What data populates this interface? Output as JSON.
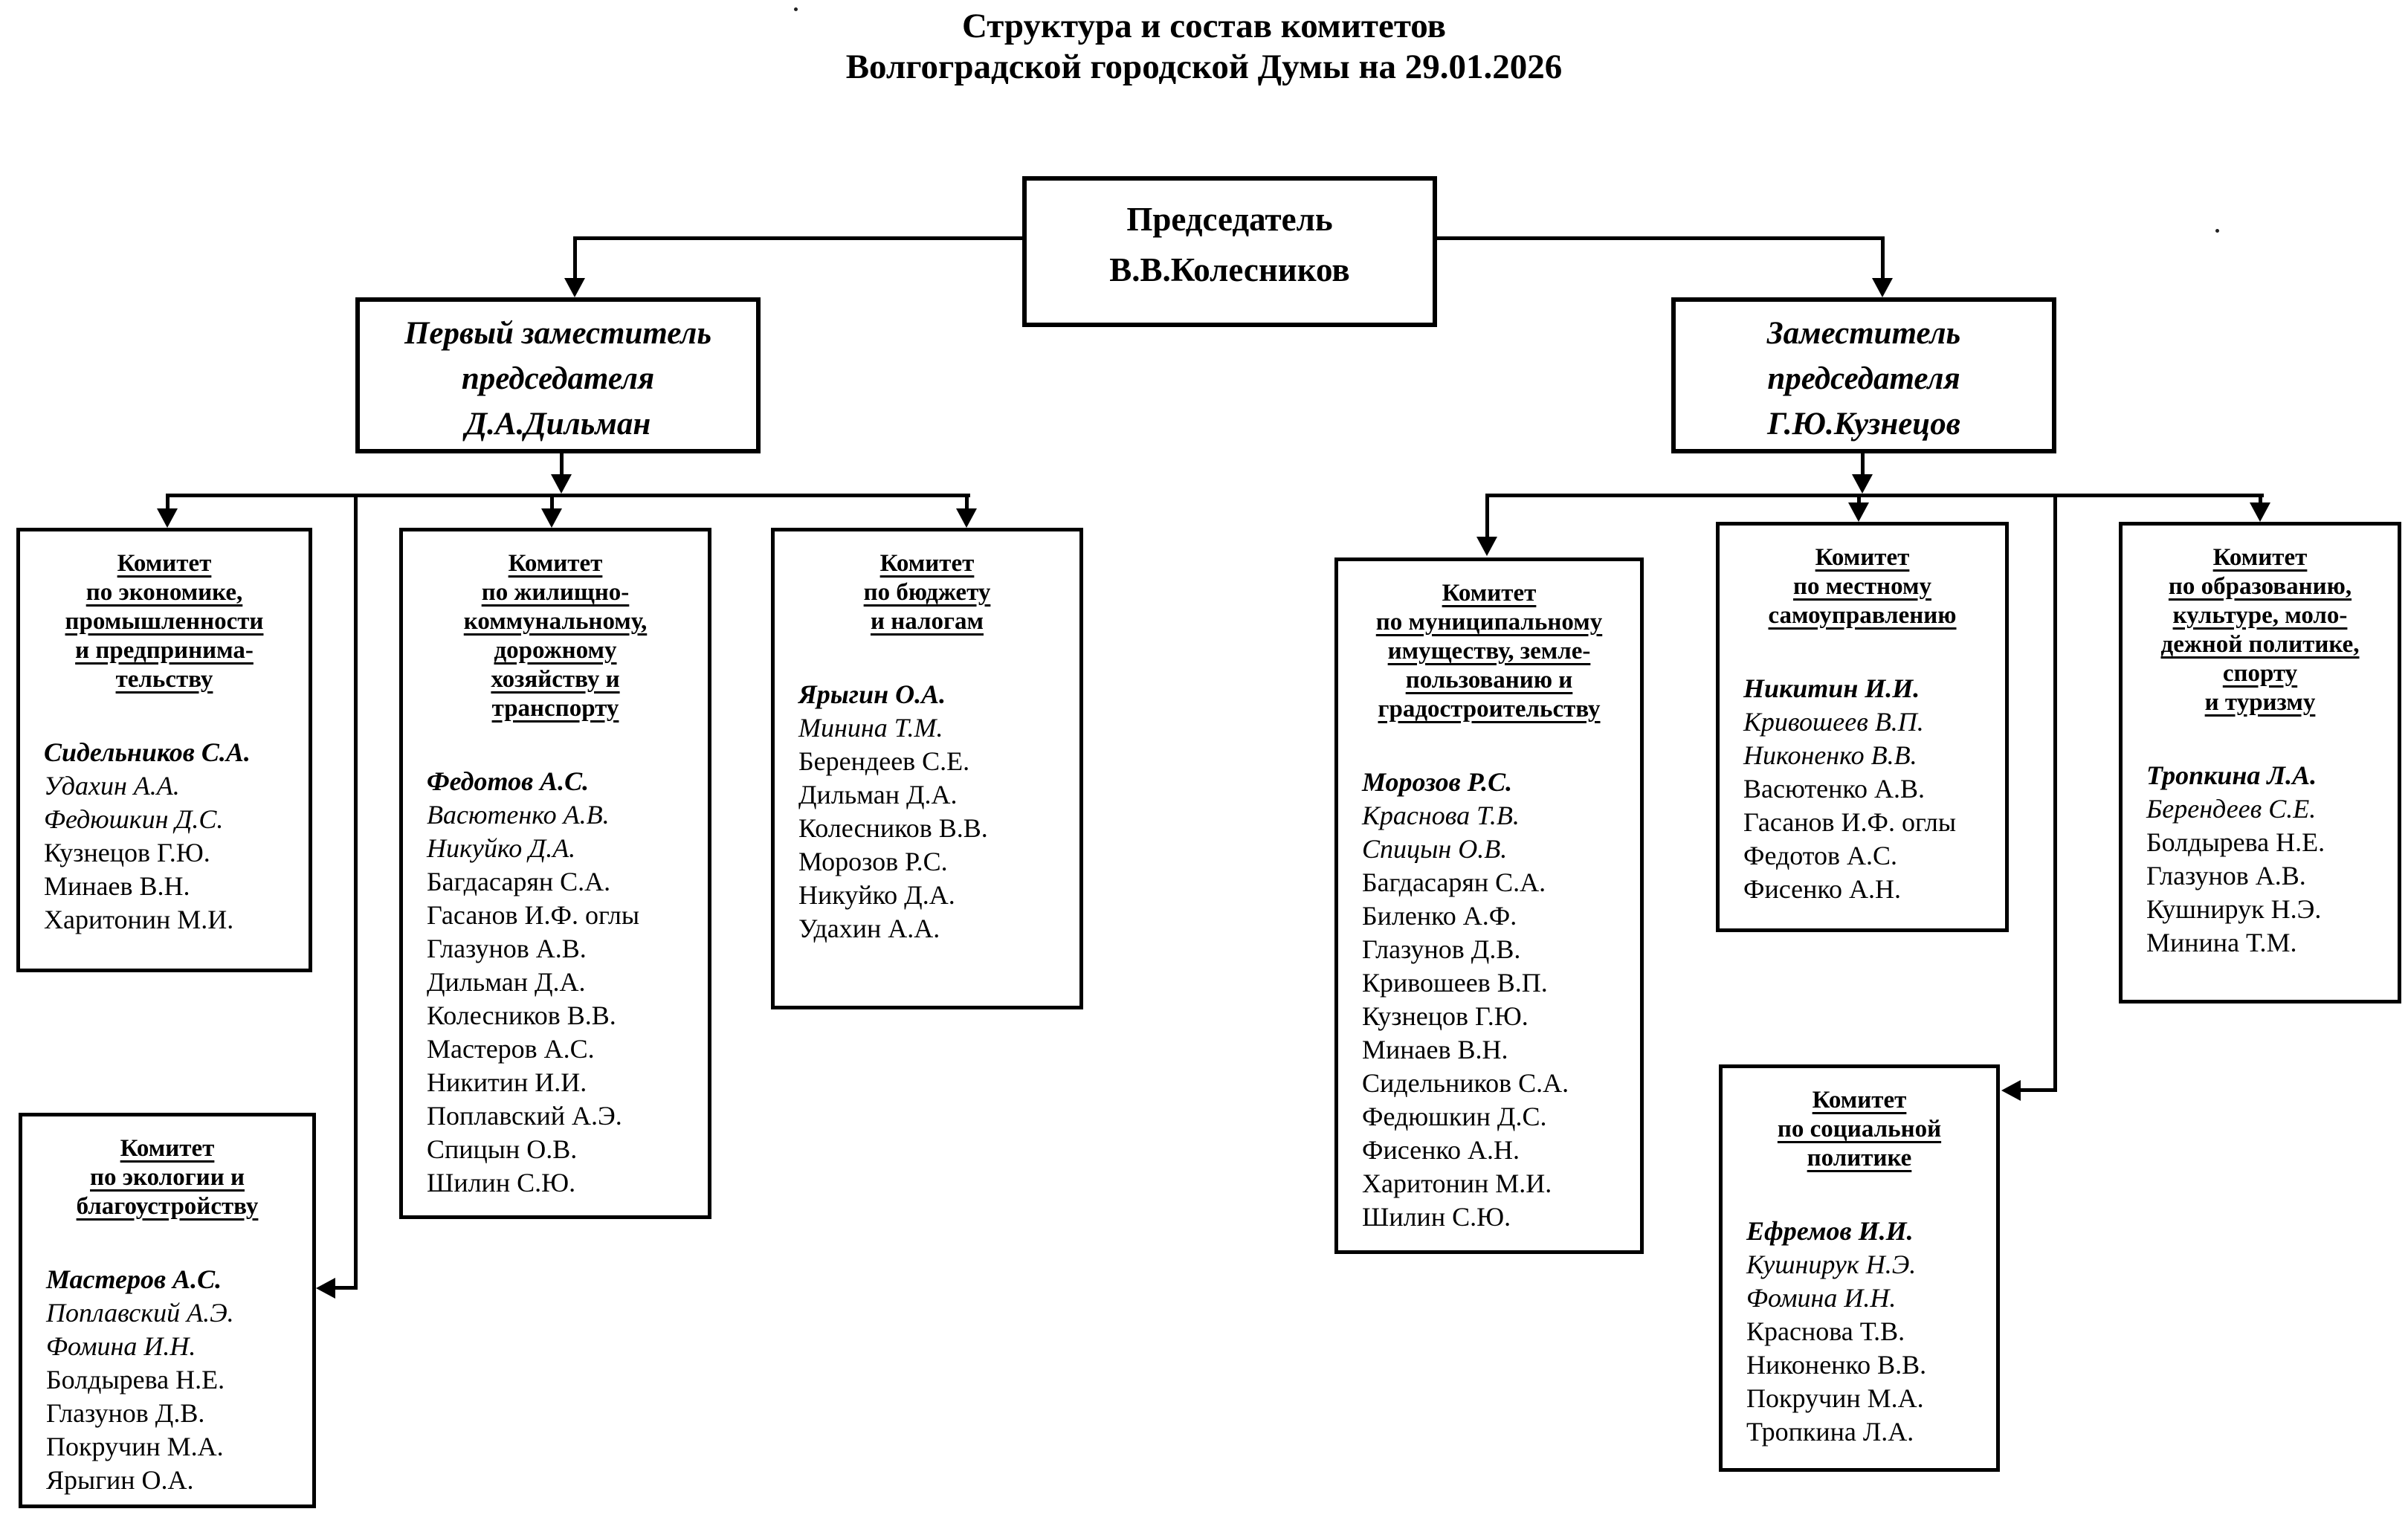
{
  "title": {
    "line1": "Структура и состав комитетов",
    "line2": "Волгоградской городской Думы на 29.01.2026"
  },
  "chairman": {
    "role": "Председатель",
    "name": "В.В.Колесников"
  },
  "deputies": [
    {
      "lines": [
        "Первый заместитель",
        "председателя",
        "Д.А.Дильман"
      ]
    },
    {
      "lines": [
        "Заместитель",
        "председателя",
        "Г.Ю.Кузнецов"
      ]
    }
  ],
  "committees": [
    {
      "title_lines": [
        "Комитет",
        "по экономике,",
        "промышленности",
        "и предпринима-",
        "тельству"
      ],
      "members": [
        {
          "name": "Сидельников С.А.",
          "style": "bold-italic"
        },
        {
          "name": "Удахин А.А.",
          "style": "italic"
        },
        {
          "name": "Федюшкин Д.С.",
          "style": "italic"
        },
        {
          "name": "Кузнецов Г.Ю.",
          "style": "regular"
        },
        {
          "name": "Минаев В.Н.",
          "style": "regular"
        },
        {
          "name": "Харитонин М.И.",
          "style": "regular"
        }
      ]
    },
    {
      "title_lines": [
        "Комитет",
        "по жилищно-",
        "коммунальному,",
        "дорожному",
        "хозяйству и",
        "транспорту"
      ],
      "members": [
        {
          "name": "Федотов А.С.",
          "style": "bold-italic"
        },
        {
          "name": "Васютенко А.В.",
          "style": "italic"
        },
        {
          "name": "Никуйко Д.А.",
          "style": "italic"
        },
        {
          "name": "Багдасарян С.А.",
          "style": "regular"
        },
        {
          "name": "Гасанов И.Ф. оглы",
          "style": "regular"
        },
        {
          "name": "Глазунов А.В.",
          "style": "regular"
        },
        {
          "name": "Дильман Д.А.",
          "style": "regular"
        },
        {
          "name": "Колесников В.В.",
          "style": "regular"
        },
        {
          "name": "Мастеров А.С.",
          "style": "regular"
        },
        {
          "name": "Никитин И.И.",
          "style": "regular"
        },
        {
          "name": "Поплавский А.Э.",
          "style": "regular"
        },
        {
          "name": "Спицын О.В.",
          "style": "regular"
        },
        {
          "name": "Шилин С.Ю.",
          "style": "regular"
        }
      ]
    },
    {
      "title_lines": [
        "Комитет",
        "по бюджету",
        "и налогам"
      ],
      "members": [
        {
          "name": "Ярыгин О.А.",
          "style": "bold-italic"
        },
        {
          "name": "Минина Т.М.",
          "style": "italic"
        },
        {
          "name": "Берендеев С.Е.",
          "style": "regular"
        },
        {
          "name": "Дильман Д.А.",
          "style": "regular"
        },
        {
          "name": "Колесников В.В.",
          "style": "regular"
        },
        {
          "name": "Морозов Р.С.",
          "style": "regular"
        },
        {
          "name": "Никуйко Д.А.",
          "style": "regular"
        },
        {
          "name": "Удахин А.А.",
          "style": "regular"
        }
      ]
    },
    {
      "title_lines": [
        "Комитет",
        "по муниципальному",
        "имуществу, земле-",
        "пользованию и",
        "градостроительству"
      ],
      "members": [
        {
          "name": "Морозов Р.С.",
          "style": "bold-italic"
        },
        {
          "name": "Краснова Т.В.",
          "style": "italic"
        },
        {
          "name": "Спицын О.В.",
          "style": "italic"
        },
        {
          "name": "Багдасарян С.А.",
          "style": "regular"
        },
        {
          "name": "Биленко А.Ф.",
          "style": "regular"
        },
        {
          "name": "Глазунов Д.В.",
          "style": "regular"
        },
        {
          "name": "Кривошеев В.П.",
          "style": "regular"
        },
        {
          "name": "Кузнецов Г.Ю.",
          "style": "regular"
        },
        {
          "name": "Минаев В.Н.",
          "style": "regular"
        },
        {
          "name": "Сидельников С.А.",
          "style": "regular"
        },
        {
          "name": "Федюшкин Д.С.",
          "style": "regular"
        },
        {
          "name": "Фисенко А.Н.",
          "style": "regular"
        },
        {
          "name": "Харитонин М.И.",
          "style": "regular"
        },
        {
          "name": "Шилин С.Ю.",
          "style": "regular"
        }
      ]
    },
    {
      "title_lines": [
        "Комитет",
        "по местному",
        "самоуправлению"
      ],
      "members": [
        {
          "name": "Никитин И.И.",
          "style": "bold-italic"
        },
        {
          "name": "Кривошеев В.П.",
          "style": "italic"
        },
        {
          "name": "Никоненко В.В.",
          "style": "italic"
        },
        {
          "name": "Васютенко А.В.",
          "style": "regular"
        },
        {
          "name": "Гасанов И.Ф. оглы",
          "style": "regular"
        },
        {
          "name": "Федотов А.С.",
          "style": "regular"
        },
        {
          "name": "Фисенко А.Н.",
          "style": "regular"
        }
      ]
    },
    {
      "title_lines": [
        "Комитет",
        "по образованию,",
        "культуре, моло-",
        "дежной политике,",
        "спорту",
        "и туризму"
      ],
      "members": [
        {
          "name": "Тропкина Л.А.",
          "style": "bold-italic"
        },
        {
          "name": "Берендеев С.Е.",
          "style": "italic"
        },
        {
          "name": "Болдырева Н.Е.",
          "style": "regular"
        },
        {
          "name": "Глазунов А.В.",
          "style": "regular"
        },
        {
          "name": "Кушнирук Н.Э.",
          "style": "regular"
        },
        {
          "name": "Минина Т.М.",
          "style": "regular"
        }
      ]
    },
    {
      "title_lines": [
        "Комитет",
        "по экологии и",
        "благоустройству"
      ],
      "members": [
        {
          "name": "Мастеров А.С.",
          "style": "bold-italic"
        },
        {
          "name": "Поплавский А.Э.",
          "style": "italic"
        },
        {
          "name": "Фомина И.Н.",
          "style": "italic"
        },
        {
          "name": "Болдырева Н.Е.",
          "style": "regular"
        },
        {
          "name": "Глазунов Д.В.",
          "style": "regular"
        },
        {
          "name": "Покручин М.А.",
          "style": "regular"
        },
        {
          "name": "Ярыгин О.А.",
          "style": "regular"
        }
      ]
    },
    {
      "title_lines": [
        "Комитет",
        "по социальной",
        "политике"
      ],
      "members": [
        {
          "name": "Ефремов И.И.",
          "style": "bold-italic"
        },
        {
          "name": "Кушнирук Н.Э.",
          "style": "italic"
        },
        {
          "name": "Фомина И.Н.",
          "style": "italic"
        },
        {
          "name": "Краснова Т.В.",
          "style": "regular"
        },
        {
          "name": "Никоненко В.В.",
          "style": "regular"
        },
        {
          "name": "Покручин М.А.",
          "style": "regular"
        },
        {
          "name": "Тропкина Л.А.",
          "style": "regular"
        }
      ]
    }
  ]
}
